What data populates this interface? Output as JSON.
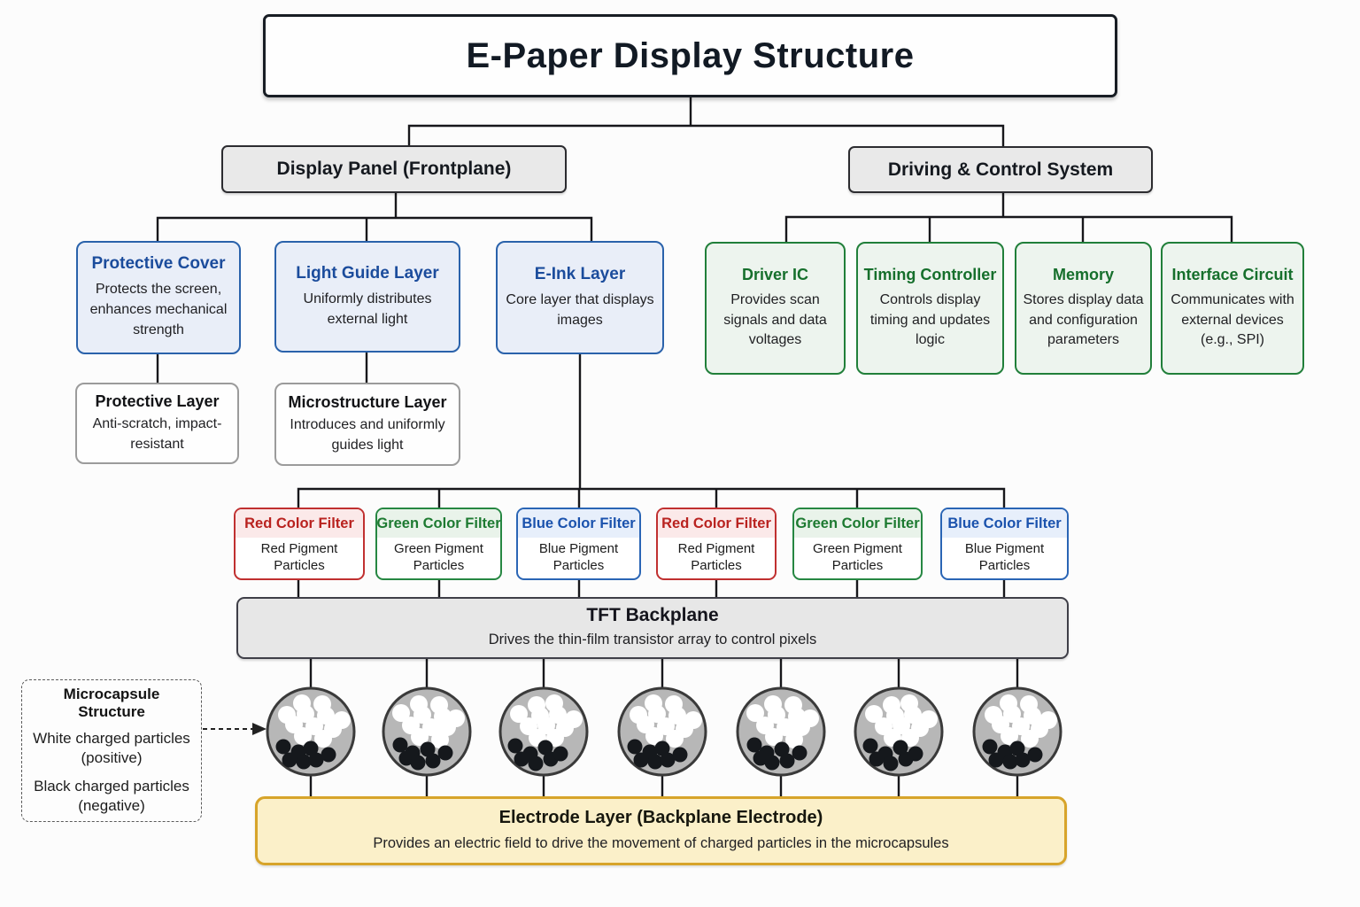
{
  "title": "E-Paper Display Structure",
  "branches": {
    "frontplane": {
      "label": "Display Panel (Frontplane)"
    },
    "driving": {
      "label": "Driving & Control System"
    }
  },
  "frontplane_layers": [
    {
      "title": "Protective Cover",
      "desc": "Protects the screen, enhances mechanical strength"
    },
    {
      "title": "Light Guide Layer",
      "desc": "Uniformly distributes external light"
    },
    {
      "title": "E-Ink Layer",
      "desc": "Core layer that displays images"
    }
  ],
  "sub_layers": [
    {
      "title": "Protective Layer",
      "desc": "Anti-scratch, impact-resistant"
    },
    {
      "title": "Microstructure Layer",
      "desc": "Introduces and uniformly guides light"
    }
  ],
  "control_components": [
    {
      "title": "Driver IC",
      "desc": "Provides scan signals and data voltages"
    },
    {
      "title": "Timing Controller",
      "desc": "Controls display timing and updates logic"
    },
    {
      "title": "Memory",
      "desc": "Stores display data and configuration parameters"
    },
    {
      "title": "Interface Circuit",
      "desc": "Communicates with external devices (e.g., SPI)"
    }
  ],
  "color_filters": [
    {
      "title": "Red Color Filter",
      "desc": "Red Pigment Particles",
      "color": "red"
    },
    {
      "title": "Green Color Filter",
      "desc": "Green Pigment Particles",
      "color": "green"
    },
    {
      "title": "Blue Color Filter",
      "desc": "Blue Pigment Particles",
      "color": "blue"
    },
    {
      "title": "Red Color Filter",
      "desc": "Red Pigment Particles",
      "color": "red"
    },
    {
      "title": "Green Color Filter",
      "desc": "Green Pigment Particles",
      "color": "green"
    },
    {
      "title": "Blue Color Filter",
      "desc": "Blue Pigment Particles",
      "color": "blue"
    }
  ],
  "tft": {
    "title": "TFT Backplane",
    "desc": "Drives the thin-film transistor array to control pixels"
  },
  "electrode": {
    "title": "Electrode Layer (Backplane Electrode)",
    "desc": "Provides an electric field to drive the movement of charged particles in the microcapsules"
  },
  "microcapsule_note": {
    "title": "Microcapsule Structure",
    "line1": "White charged particles (positive)",
    "line2": "Black charged particles (negative)"
  },
  "microcapsules": {
    "count": 7,
    "body_color": "#b7b7b7",
    "outline_color": "#3a3a3a",
    "white_particle_color": "#ffffff",
    "black_particle_color": "#15181c"
  },
  "colors": {
    "blue_accent": "#1b4c9c",
    "green_accent": "#166f2c",
    "red_accent": "#b9221f",
    "yellow_fill": "#fbf0c9",
    "gold_border": "#d7a42a",
    "line": "#17171b"
  }
}
